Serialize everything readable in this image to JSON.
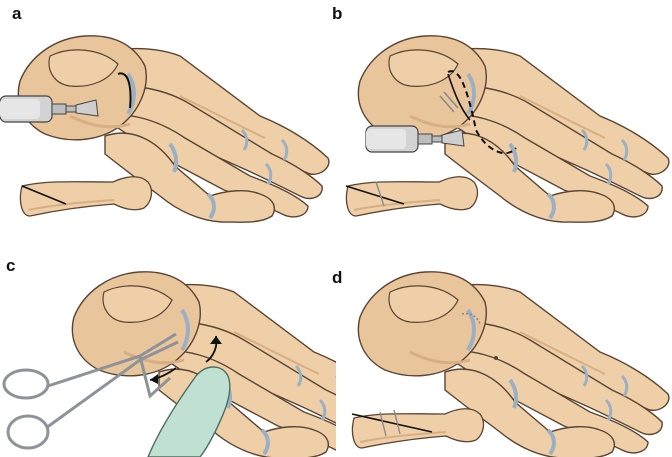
{
  "panels": [
    {
      "label": "a"
    },
    {
      "label": "b"
    },
    {
      "label": "c"
    },
    {
      "label": "d"
    }
  ],
  "colors": {
    "bone": "#efcfa7",
    "bone_shadow": "#d8ae84",
    "bone_outline": "#5a4433",
    "cartilage": "#9ab0c4",
    "saw_metal": "#c9c9c9",
    "glove": "#bfe0d2",
    "instrument": "#b8bcc0",
    "suture": "#8a8a8a"
  },
  "icons": [
    "saw-icon",
    "retractor-icon",
    "thumb-icon",
    "arrow-icon",
    "suture-icon"
  ]
}
